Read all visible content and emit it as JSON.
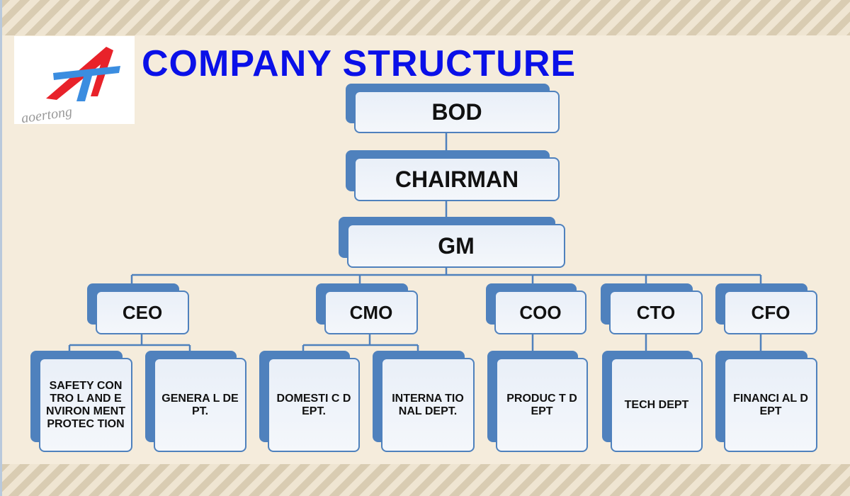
{
  "title": "COMPANY STRUCTURE",
  "logo": {
    "text": "aoertong",
    "colors": {
      "red": "#e8222a",
      "blue": "#3b8de0"
    }
  },
  "accent": "#4f81bd",
  "nodes": {
    "bod": "BOD",
    "chairman": "CHAIRMAN",
    "gm": "GM",
    "ceo": "CEO",
    "cmo": "CMO",
    "coo": "COO",
    "cto": "CTO",
    "cfo": "CFO",
    "safety": "SAFETY CONTRO L AND ENVIRON MENT PROTEC TION",
    "general": "GENERA L DEPT.",
    "domestic": "DOMESTI C DEPT.",
    "international": "INTERNA TIONAL DEPT.",
    "product": "PRODUC T DEPT",
    "tech": "TECH DEPT",
    "financial": "FINANCI AL DEPT"
  }
}
